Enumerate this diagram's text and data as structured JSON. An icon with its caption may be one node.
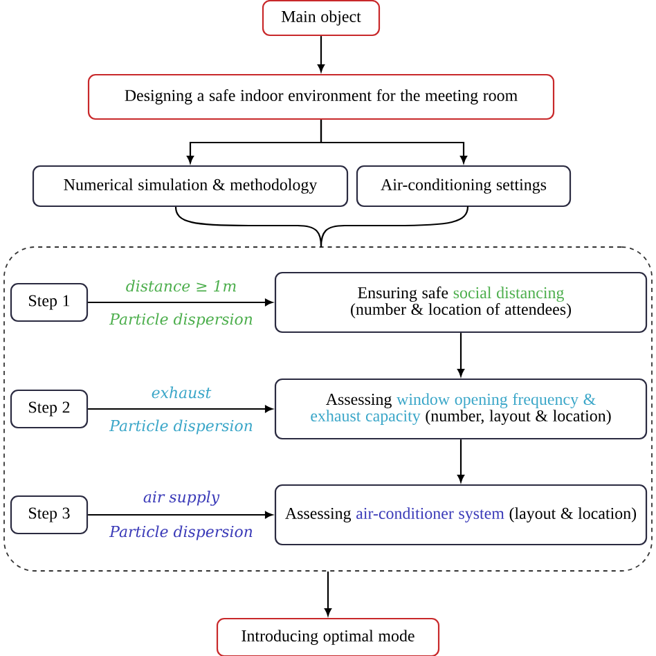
{
  "diagram": {
    "nodes": [
      {
        "text": [
          "Main object"
        ]
      },
      {
        "text": [
          "Designing a safe indoor environment for the meeting room"
        ]
      },
      {
        "text": [
          "Numerical simulation & methodology"
        ]
      },
      {
        "text": [
          "Air-conditioning settings"
        ]
      },
      {
        "text": [],
        "shape": "box"
      },
      {
        "text": [
          "Step 1"
        ],
        "in": 4
      },
      {
        "text": [
          "Ensuring safe",
          "social distancing",
          "(number & location of attendees)"
        ],
        "in": 4
      },
      {
        "text": [
          "Step 2"
        ],
        "in": 4
      },
      {
        "text": [
          "Assessing",
          "window opening frequency & exhaust capacity",
          "(number, layout & location)"
        ],
        "in": 4
      },
      {
        "text": [
          "Step 3"
        ],
        "in": 4
      },
      {
        "text": [
          "Assessing",
          "air-conditioner system",
          "(layout & location)"
        ],
        "in": 4
      },
      {
        "text": [
          "Introducing optimal mode"
        ]
      }
    ],
    "edges": [
      {
        "from": 0,
        "to": 1,
        "arrow": "to"
      },
      {
        "from": 1,
        "to": 2,
        "arrow": "to"
      },
      {
        "from": 1,
        "to": 3,
        "arrow": "to"
      },
      {
        "from": 2,
        "to": 4,
        "arrow": "none"
      },
      {
        "from": 3,
        "to": 4,
        "arrow": "none"
      },
      {
        "from": 5,
        "to": 6,
        "arrow": "to",
        "label": "distance ≥ 1m"
      },
      {
        "from": 7,
        "to": 8,
        "arrow": "to",
        "label": "exhaust"
      },
      {
        "from": 9,
        "to": 10,
        "arrow": "to",
        "label": "air supply"
      },
      {
        "from": 6,
        "to": 8,
        "arrow": "to"
      },
      {
        "from": 8,
        "to": 10,
        "arrow": "to"
      },
      {
        "from": 4,
        "to": 11,
        "arrow": "to"
      }
    ],
    "labels": [
      "Particle dispersion",
      "Particle dispersion",
      "Particle dispersion"
    ]
  }
}
